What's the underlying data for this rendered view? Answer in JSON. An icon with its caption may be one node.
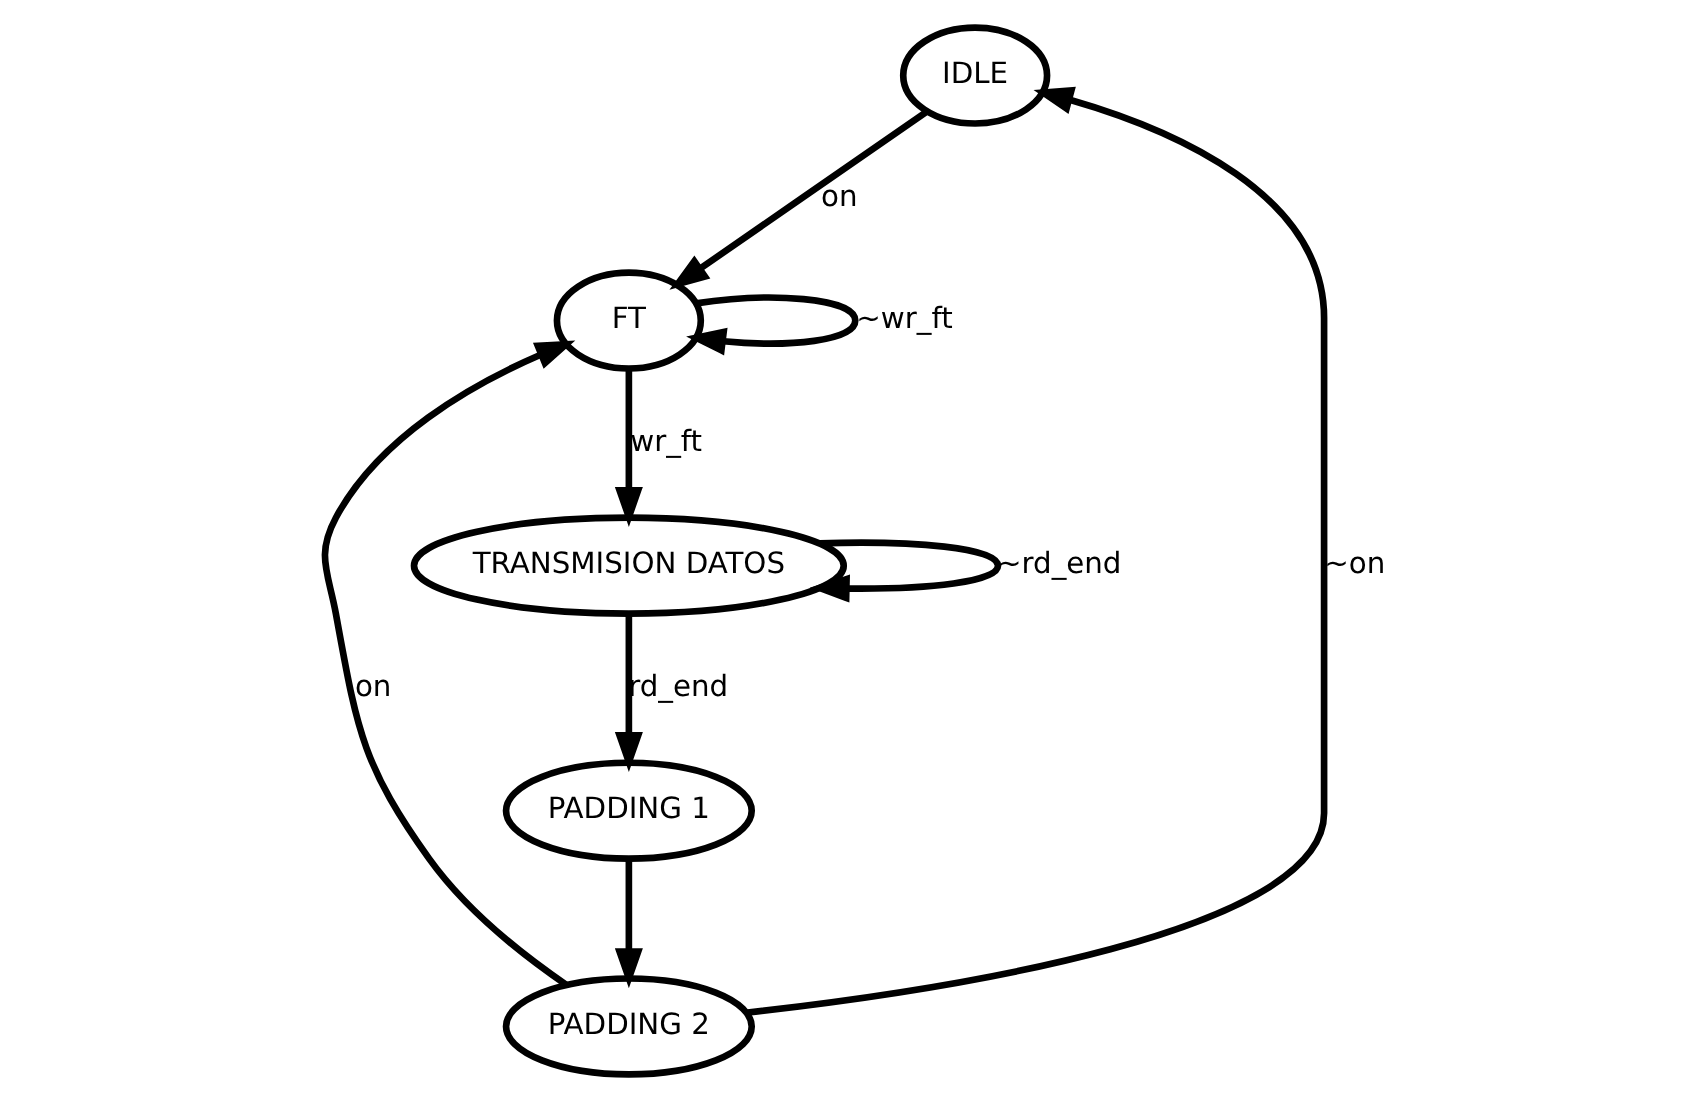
{
  "diagram": {
    "nodes": [
      {
        "text": [
          "IDLE"
        ]
      },
      {
        "text": [
          "PADDING 2"
        ]
      },
      {
        "text": [
          "FT"
        ]
      },
      {
        "text": [
          "PADDING 1"
        ]
      },
      {
        "text": [
          "TRANSMISION DATOS"
        ]
      }
    ],
    "edges": [
      {
        "from": 1,
        "to": 0,
        "arrow": "to",
        "label": "~on"
      },
      {
        "from": 0,
        "to": 2,
        "arrow": "to",
        "label": "on"
      },
      {
        "from": 1,
        "to": 2,
        "arrow": "to",
        "label": "on"
      },
      {
        "from": 2,
        "to": 2,
        "arrow": "to",
        "label": "~wr_ft"
      },
      {
        "from": 2,
        "to": 4,
        "arrow": "to",
        "label": "wr_ft"
      },
      {
        "from": 4,
        "to": 4,
        "arrow": "to",
        "label": "~rd_end"
      },
      {
        "from": 4,
        "to": 3,
        "arrow": "to",
        "label": "rd_end"
      },
      {
        "from": 3,
        "to": 1,
        "arrow": "to"
      }
    ]
  }
}
